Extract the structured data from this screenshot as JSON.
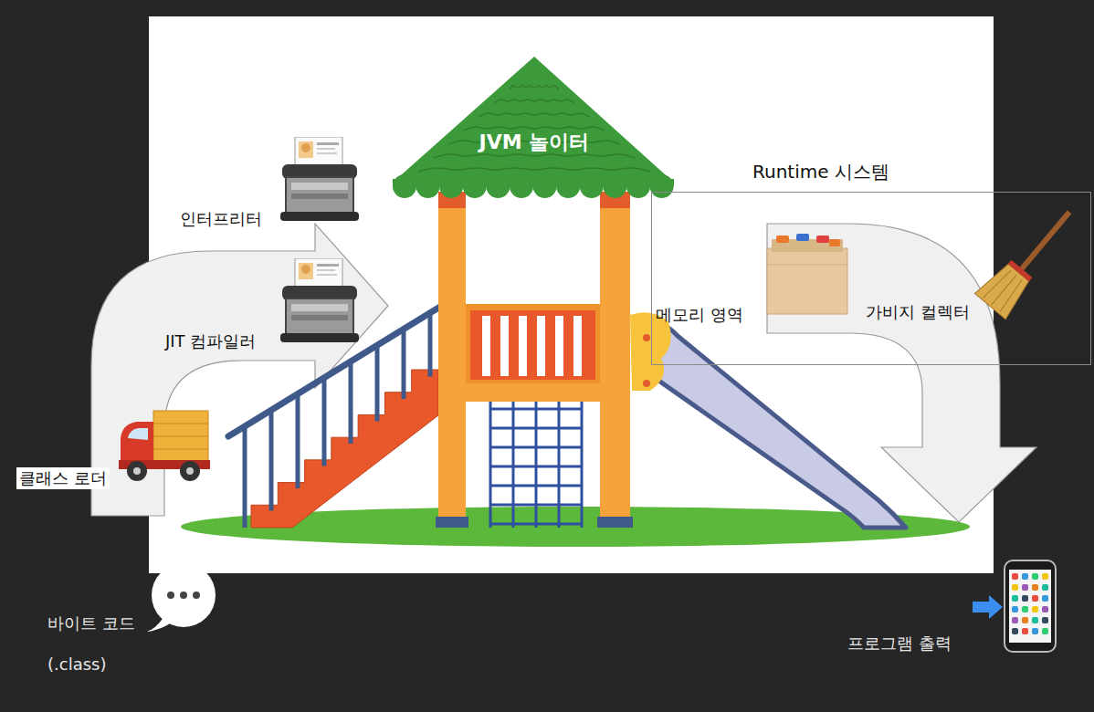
{
  "diagram": {
    "title": "JVM 놀이터",
    "nodes": [
      {
        "text": [
          "Runtime 시스템"
        ]
      }
    ],
    "labels": [
      "인터프리터",
      "JIT 컴파일러",
      "클래스 로더",
      "메모리 영역",
      "가비지 컬렉터",
      "바이트 코드",
      "(.class)",
      "프로그램 출력"
    ]
  }
}
